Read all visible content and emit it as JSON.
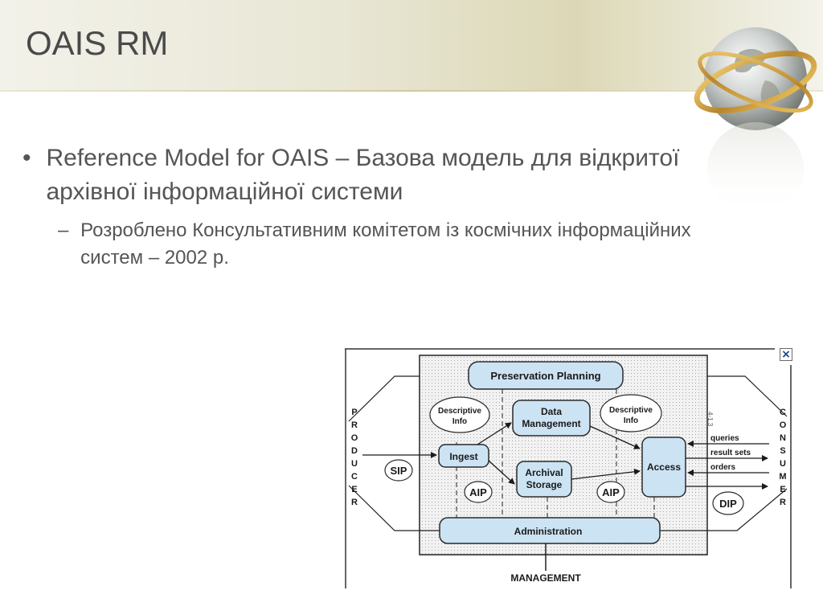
{
  "slide": {
    "title": "OAIS RM",
    "bullets": [
      {
        "mark": "•",
        "text": "Reference Model for OAIS – Базова модель для відкритої архівної інформаційної системи",
        "sub": [
          {
            "mark": "–",
            "text": "Розроблено Консультативним комітетом із космічних інформаційних систем – 2002 р."
          }
        ]
      }
    ]
  },
  "diagram": {
    "preservation_planning": "Preservation Planning",
    "data_management": [
      "Data",
      "Management"
    ],
    "descriptive_info_left": [
      "Descriptive",
      "Info"
    ],
    "descriptive_info_right": [
      "Descriptive",
      "Info"
    ],
    "ingest": "Ingest",
    "archival_storage": [
      "Archival",
      "Storage"
    ],
    "access": "Access",
    "administration": "Administration",
    "management": "MANAGEMENT",
    "sip": "SIP",
    "aip_left": "AIP",
    "aip_right": "AIP",
    "dip": "DIP",
    "queries": "queries",
    "result_sets": "result sets",
    "orders": "orders",
    "producer_letters": [
      "P",
      "R",
      "O",
      "D",
      "U",
      "C",
      "E",
      "R"
    ],
    "consumer_letters": [
      "C",
      "O",
      "N",
      "S",
      "U",
      "M",
      "E",
      "R"
    ],
    "side_tag": "4-1.3",
    "close_glyph": "×",
    "box_fill": "#cce3f4",
    "box_stroke": "#2b2b2b"
  }
}
